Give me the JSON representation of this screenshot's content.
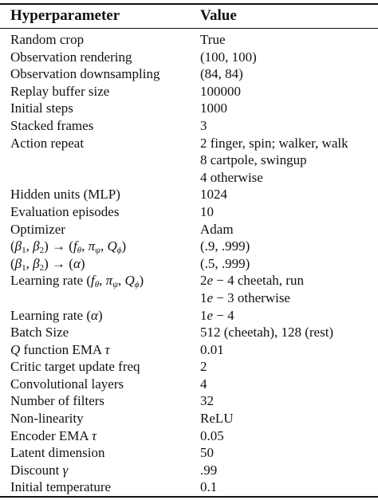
{
  "table": {
    "header": {
      "param": "Hyperparameter",
      "value": "Value"
    },
    "rows": [
      {
        "name": "random-crop",
        "param": "Random crop",
        "values": [
          "True"
        ]
      },
      {
        "name": "observation-rendering",
        "param": "Observation rendering",
        "values": [
          "(100, 100)"
        ]
      },
      {
        "name": "observation-downsampling",
        "param": "Observation downsampling",
        "values": [
          "(84, 84)"
        ]
      },
      {
        "name": "replay-buffer-size",
        "param": "Replay buffer size",
        "values": [
          "100000"
        ]
      },
      {
        "name": "initial-steps",
        "param": "Initial steps",
        "values": [
          "1000"
        ]
      },
      {
        "name": "stacked-frames",
        "param": "Stacked frames",
        "values": [
          "3"
        ]
      },
      {
        "name": "action-repeat",
        "param": "Action repeat",
        "values": [
          "2 finger, spin; walker, walk",
          "8 cartpole, swingup",
          "4 otherwise"
        ]
      },
      {
        "name": "hidden-units",
        "param": "Hidden units (MLP)",
        "values": [
          "1024"
        ]
      },
      {
        "name": "evaluation-episodes",
        "param": "Evaluation episodes",
        "values": [
          "10"
        ]
      },
      {
        "name": "optimizer",
        "param": "Optimizer",
        "values": [
          "Adam"
        ]
      },
      {
        "name": "betas-networks",
        "param": "(β1, β2) → (fθ, πψ, Qϕ)",
        "param_html": "(<i>β</i><sub>1</sub>, <i>β</i><sub>2</sub>) → (<i>f</i><sub><i>θ</i></sub>, <i>π</i><sub><i>ψ</i></sub>, <i>Q</i><sub><i>ϕ</i></sub>)",
        "values": [
          "(.9, .999)"
        ]
      },
      {
        "name": "betas-alpha",
        "param": "(β1, β2) → (α)",
        "param_html": "(<i>β</i><sub>1</sub>, <i>β</i><sub>2</sub>) → (<i>α</i>)",
        "values": [
          "(.5, .999)"
        ]
      },
      {
        "name": "learning-rate-networks",
        "param": "Learning rate (fθ, πψ, Qϕ)",
        "param_html": "Learning rate (<i>f</i><sub><i>θ</i></sub>, <i>π</i><sub><i>ψ</i></sub>, <i>Q</i><sub><i>ϕ</i></sub>)",
        "values": [
          "2e − 4 cheetah, run",
          "1e − 3 otherwise"
        ],
        "values_html": [
          "2<i>e</i> − 4 cheetah, run",
          "1<i>e</i> − 3 otherwise"
        ]
      },
      {
        "name": "learning-rate-alpha",
        "param": "Learning rate (α)",
        "param_html": "Learning rate (<i>α</i>)",
        "values": [
          "1e − 4"
        ],
        "values_html": [
          "1<i>e</i> − 4"
        ]
      },
      {
        "name": "batch-size",
        "param": "Batch Size",
        "values": [
          "512 (cheetah), 128 (rest)"
        ]
      },
      {
        "name": "q-function-ema",
        "param": "Q function EMA τ",
        "param_html": "<i>Q</i> function EMA <i>τ</i>",
        "values": [
          "0.01"
        ]
      },
      {
        "name": "critic-target-update-freq",
        "param": "Critic target update freq",
        "values": [
          "2"
        ]
      },
      {
        "name": "convolutional-layers",
        "param": "Convolutional layers",
        "values": [
          "4"
        ]
      },
      {
        "name": "number-of-filters",
        "param": "Number of filters",
        "values": [
          "32"
        ]
      },
      {
        "name": "non-linearity",
        "param": "Non-linearity",
        "values": [
          "ReLU"
        ]
      },
      {
        "name": "encoder-ema",
        "param": "Encoder EMA τ",
        "param_html": "Encoder EMA <i>τ</i>",
        "values": [
          "0.05"
        ]
      },
      {
        "name": "latent-dimension",
        "param": "Latent dimension",
        "values": [
          "50"
        ]
      },
      {
        "name": "discount",
        "param": "Discount γ",
        "param_html": "Discount <i>γ</i>",
        "values": [
          ".99"
        ]
      },
      {
        "name": "initial-temperature",
        "param": "Initial temperature",
        "values": [
          "0.1"
        ]
      }
    ]
  }
}
